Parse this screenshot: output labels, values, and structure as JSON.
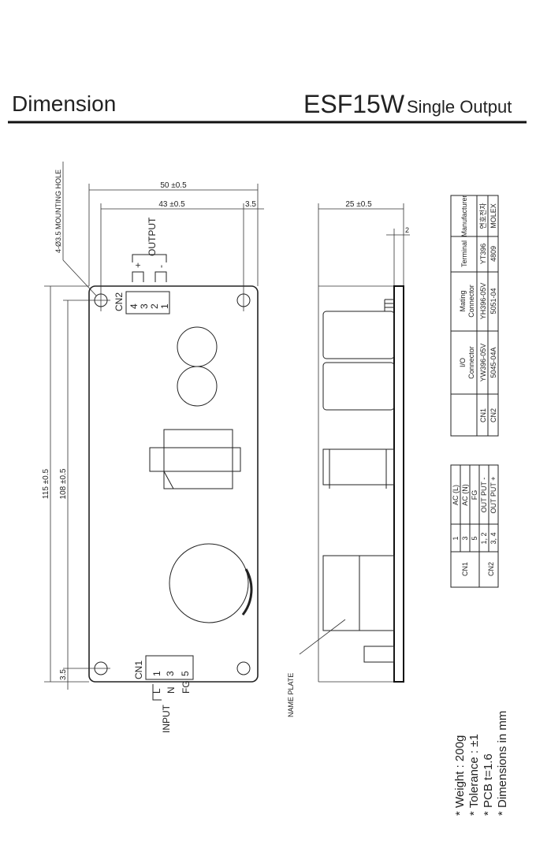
{
  "header": {
    "title": "Dimension",
    "model": "ESF15W",
    "subtitle": "Single Output"
  },
  "top_view": {
    "dim_width": "50 ±0.5",
    "dim_hole_pitch_x": "43 ±0.5",
    "dim_edge_x": "3.5",
    "dim_length": "115 ±0.5",
    "dim_hole_pitch_y": "108 ±0.5",
    "dim_edge_y": "3.5",
    "mounting_hole": "4-Ø3.5 MOUNTING HOLE",
    "output_label": "OUTPUT",
    "plus": "+",
    "minus": "-",
    "cn2": "CN2",
    "cn2_pins": [
      "4",
      "3",
      "2",
      "1"
    ],
    "cn1": "CN1",
    "cn1_pins": [
      "1",
      "3",
      "5"
    ],
    "input_lines": [
      "L",
      "N",
      "FG"
    ],
    "input_label": "INPUT"
  },
  "side_view": {
    "dim_depth": "25 ±0.5",
    "dim_pcb": "2",
    "name_plate": "NAME PLATE"
  },
  "connector_table": {
    "headers": [
      "",
      "I/O Connector",
      "Mating Connector",
      "Terminal",
      "Manufacturer"
    ],
    "rows": [
      [
        "CN1",
        "YW396-05V",
        "YH396-05V",
        "YT396",
        "연호전자"
      ],
      [
        "CN2",
        "5045-04A",
        "5051-04",
        "4809",
        "MOLEX"
      ]
    ]
  },
  "pin_table": {
    "rows": [
      {
        "conn": "CN1",
        "pins": [
          [
            "1",
            "AC (L)"
          ],
          [
            "3",
            "AC (N)"
          ],
          [
            "5",
            "FG"
          ]
        ]
      },
      {
        "conn": "CN2",
        "pins": [
          [
            "1, 2",
            "OUT PUT -"
          ],
          [
            "3, 4",
            "OUT PUT +"
          ]
        ]
      }
    ]
  },
  "notes": [
    "* Weight : 200g",
    "* Tolerance : ±1",
    "* PCB   t=1.6",
    "* Dimensions in mm"
  ]
}
